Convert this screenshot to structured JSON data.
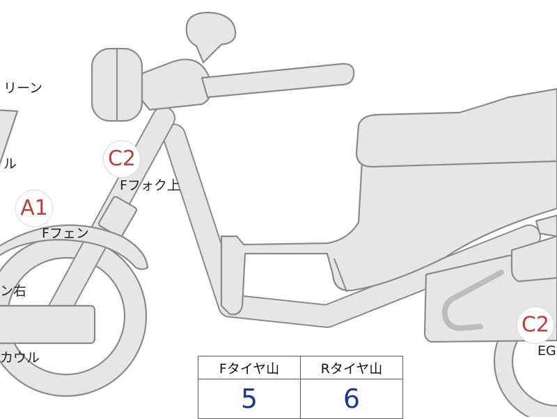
{
  "colors": {
    "badge_text": "#b5413a",
    "table_value": "#1f3a8a",
    "part_fill": "#e6e6e6",
    "part_stroke": "#8a8a8a"
  },
  "labels": {
    "screen": "リーン",
    "cowl_mid": "ル",
    "fork_upper": "Fフォク上",
    "front_fender": "Fフェン",
    "right_side": "ン右",
    "cowl_lower": "カウル",
    "eg": "EG"
  },
  "badges": {
    "fork_upper": "C2",
    "front_fender": "A1",
    "engine": "C2"
  },
  "tread_table": {
    "headers": [
      "Fタイヤ山",
      "Rタイヤ山"
    ],
    "values": [
      "5",
      "6"
    ]
  }
}
